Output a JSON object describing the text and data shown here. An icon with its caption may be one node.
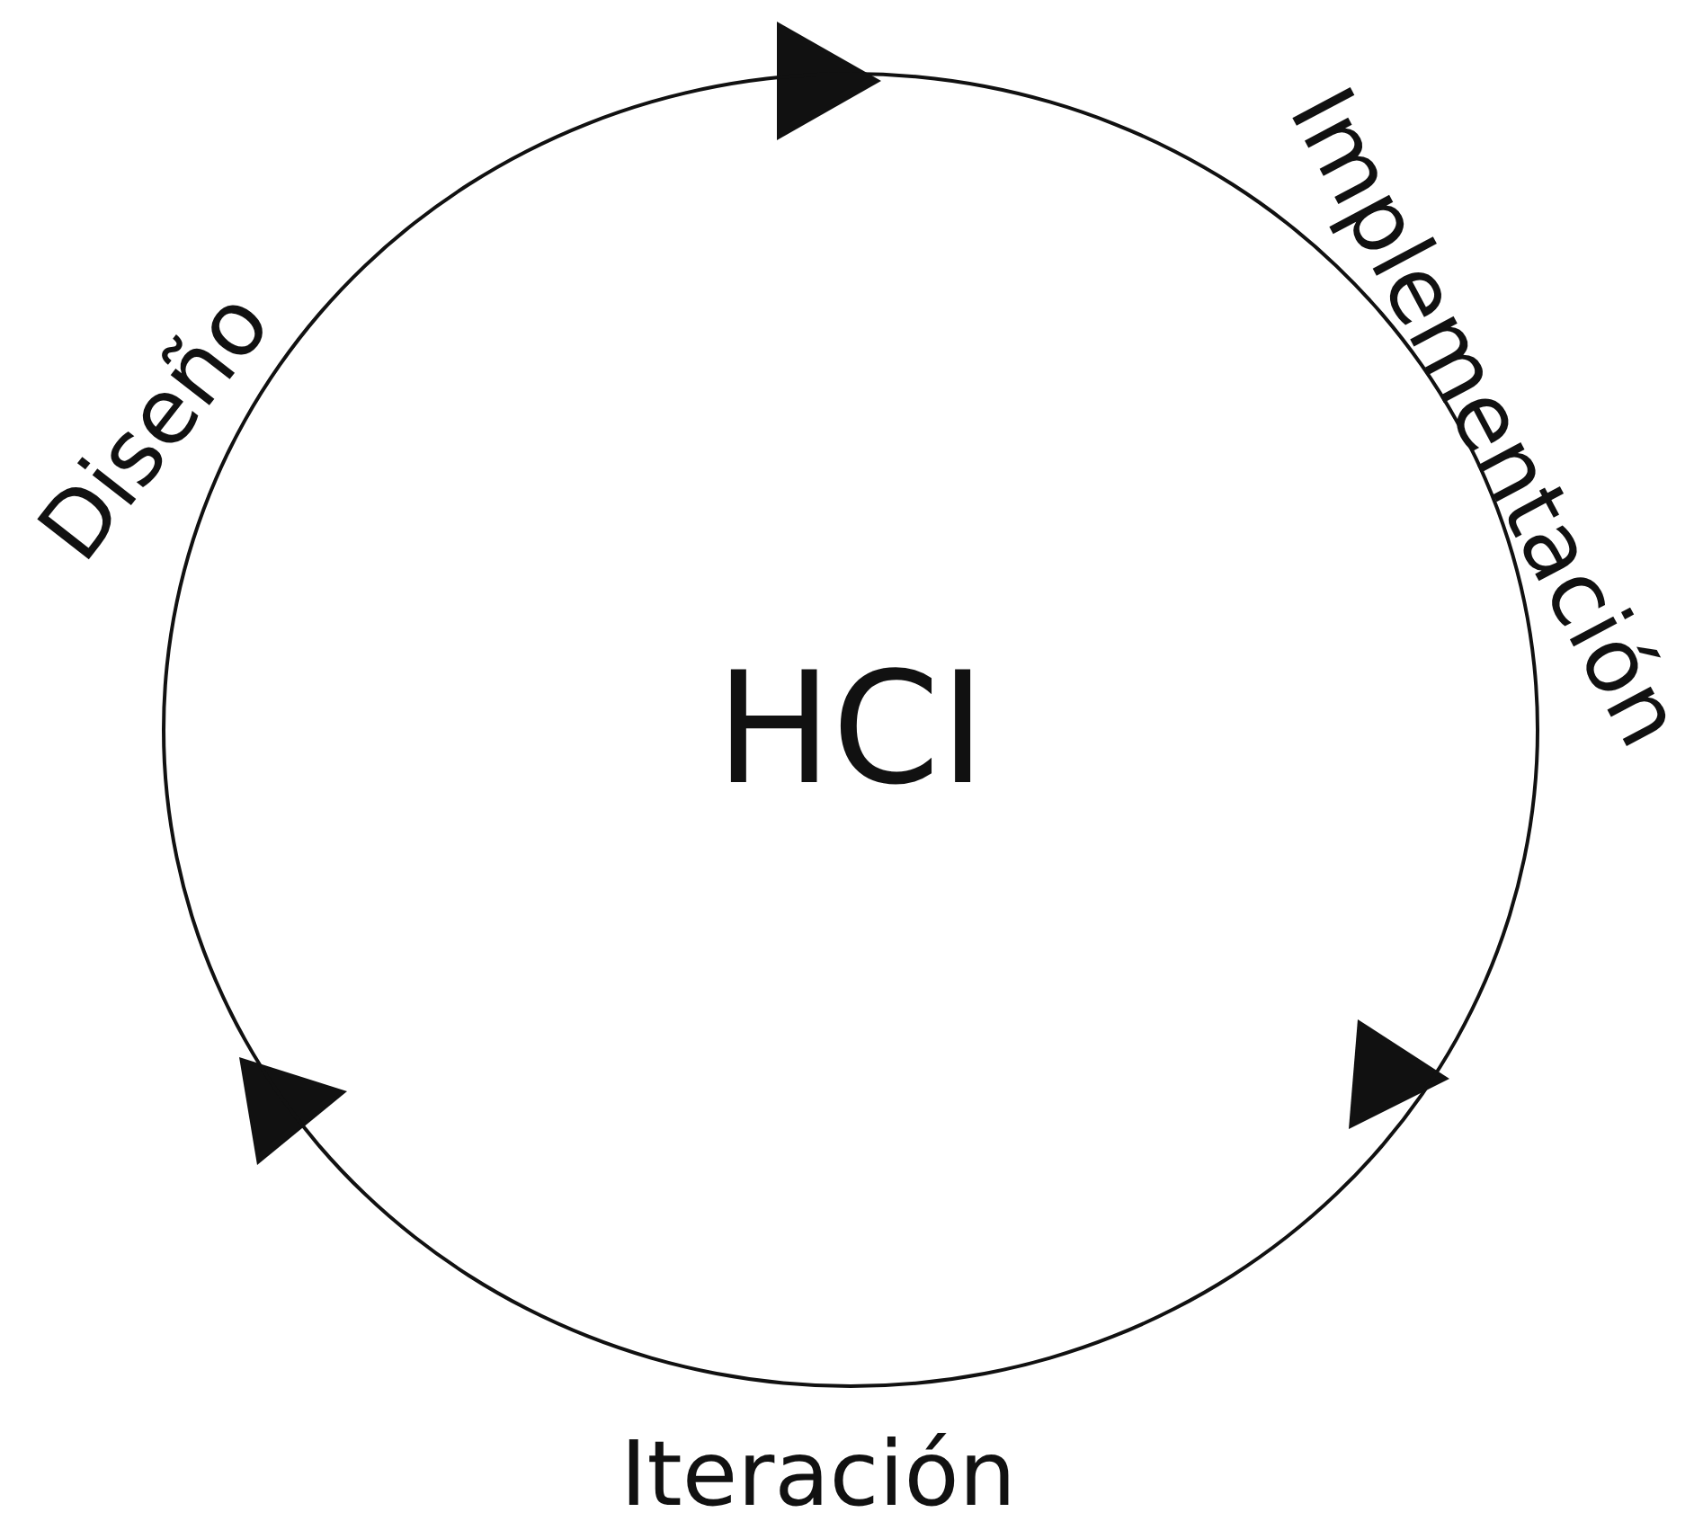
{
  "diagram": {
    "nodes": [
      {
        "text": [
          "HCI"
        ]
      }
    ],
    "labels": [
      "Diseño",
      "Implementación",
      "Iteración"
    ]
  }
}
